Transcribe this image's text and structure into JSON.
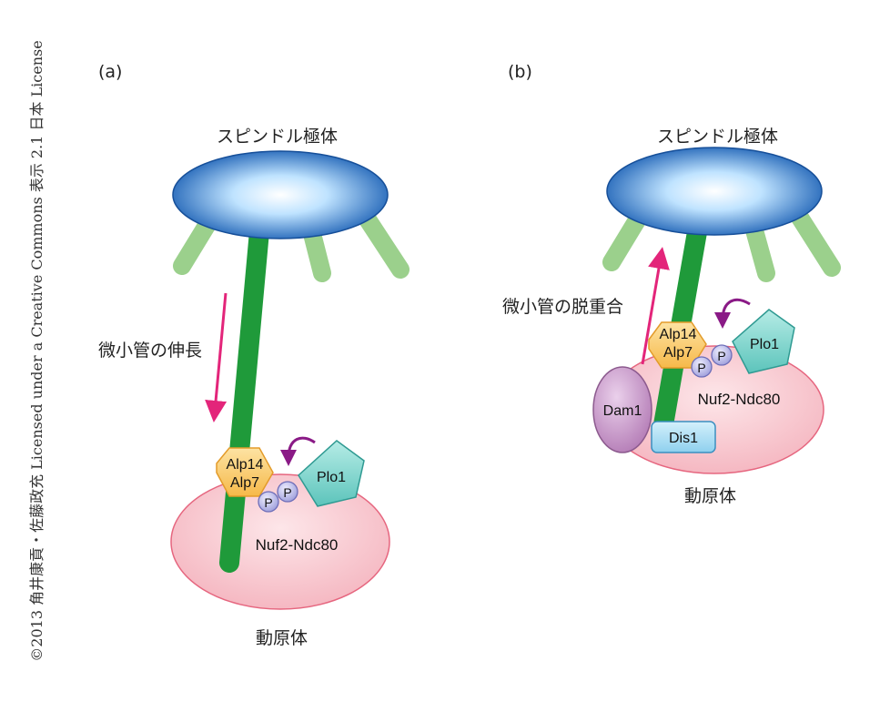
{
  "copyright": "©2013 角井康貢・佐藤政充 Licensed under a Creative Commons 表示 2.1 日本 License",
  "panels": [
    {
      "label": "(a)",
      "spindle_pole": "スピンドル極体",
      "microtubule_label": "微小管の伸長",
      "kinetochore": "動原体",
      "proteins": {
        "alp": [
          "Alp14",
          "Alp7"
        ],
        "phospho": [
          "P",
          "P"
        ],
        "plo1": "Plo1",
        "ndc80": "Nuf2-Ndc80"
      }
    },
    {
      "label": "(b)",
      "spindle_pole": "スピンドル極体",
      "microtubule_label": "微小管の脱重合",
      "kinetochore": "動原体",
      "proteins": {
        "alp": [
          "Alp14",
          "Alp7"
        ],
        "phospho": [
          "P",
          "P"
        ],
        "plo1": "Plo1",
        "ndc80": "Nuf2-Ndc80",
        "dam1": "Dam1",
        "dis1": "Dis1"
      }
    }
  ],
  "colors": {
    "pole_blue": "#1a5fb4",
    "pole_light": "#cfe8ff",
    "microtubule": "#1f9a3a",
    "astral": "#9bd08c",
    "kinetochore_fill": "#f7c5cc",
    "kinetochore_stroke": "#e6667f",
    "alp_fill": "#f8c96a",
    "alp_stroke": "#e39b2a",
    "plo1_fill": "#7ed6cf",
    "plo1_stroke": "#2f9a92",
    "phospho_fill": "#b9b9e6",
    "phospho_stroke": "#6d6db8",
    "dam1_fill": "#c89ac9",
    "dam1_stroke": "#8c5a8e",
    "dis1_fill": "#a9dff5",
    "dis1_stroke": "#3a8fc0",
    "arrow_pink": "#e3257a",
    "arrow_purple": "#8a1a86"
  }
}
